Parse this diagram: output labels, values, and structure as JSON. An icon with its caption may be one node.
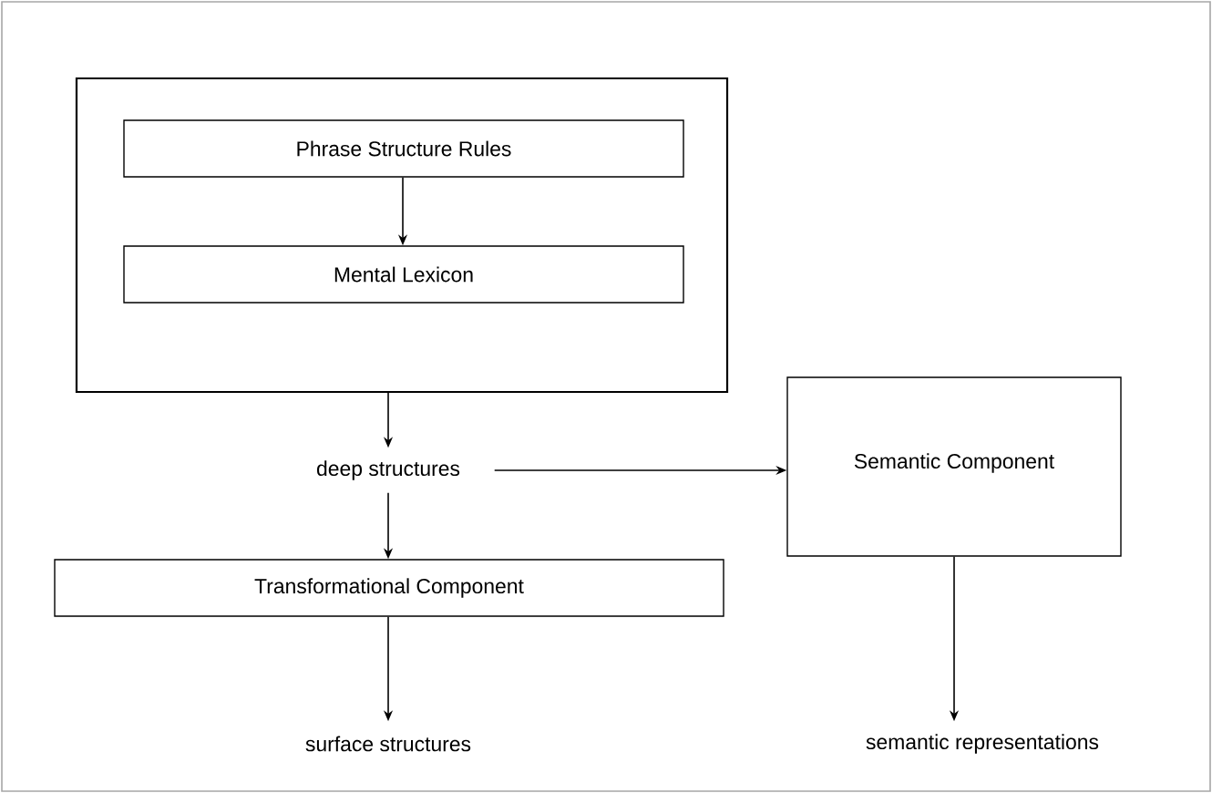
{
  "diagram": {
    "nodes": [
      {
        "text": [],
        "shape": "box"
      },
      {
        "text": [
          "Phrase Structure Rules"
        ],
        "in": 0
      },
      {
        "text": [
          "Mental Lexicon"
        ],
        "in": 0
      },
      {
        "text": [
          "deep structures"
        ]
      },
      {
        "text": [
          "Semantic Component"
        ]
      },
      {
        "text": [
          "Transformational Component"
        ]
      },
      {
        "text": [
          "surface structures"
        ]
      },
      {
        "text": [
          "semantic representations"
        ]
      }
    ],
    "edges": [
      {
        "from": 1,
        "to": 2,
        "arrow": "to"
      },
      {
        "from": 0,
        "to": 3,
        "arrow": "to"
      },
      {
        "from": 3,
        "to": 4,
        "arrow": "to"
      },
      {
        "from": 3,
        "to": 5,
        "arrow": "to"
      },
      {
        "from": 5,
        "to": 6,
        "arrow": "to"
      },
      {
        "from": 4,
        "to": 7,
        "arrow": "to"
      }
    ]
  }
}
